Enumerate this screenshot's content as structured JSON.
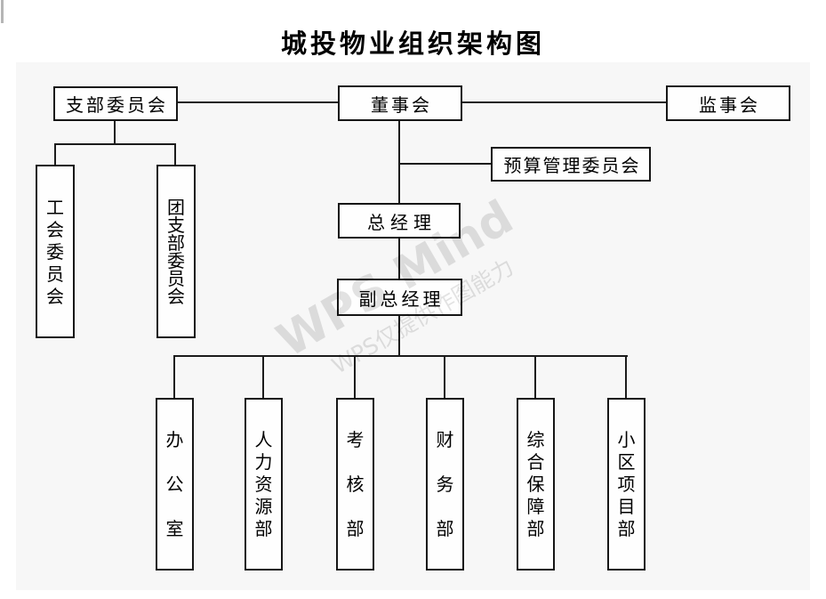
{
  "title": "城投物业组织架构图",
  "watermark": {
    "line1": "WPS Mind",
    "line2": "WPS仅提供作图能力"
  },
  "colors": {
    "canvas_background": "#f7f7f7",
    "box_background": "#fefefe",
    "box_border": "#161616",
    "connector_line": "#1c1c1c",
    "title_text": "#000000",
    "watermark_text": "#dcdcdc"
  },
  "nodes": {
    "zhibu_weiyuanhui": {
      "label": "支部委员会"
    },
    "dongshihui": {
      "label": "董事会"
    },
    "jianshihui": {
      "label": "监事会"
    },
    "yusuan_guanli_weiyuanhui": {
      "label": "预算管理委员会"
    },
    "zongjingli": {
      "label": "总经理"
    },
    "fu_zongjingli": {
      "label": "副总经理"
    },
    "gonghui_weiyuanhui": {
      "label": "工会委员会"
    },
    "tuan_zhibu_weiyuanhui": {
      "label": "团支部委员会"
    },
    "bangongshi": {
      "label": "办公室"
    },
    "renli_ziyuan_bu": {
      "label": "人力资源部"
    },
    "kaohe_bu": {
      "label": "考核部"
    },
    "caiwu_bu": {
      "label": "财务部"
    },
    "zonghe_baozhang_bu": {
      "label": "综合保障部"
    },
    "xiaoqu_xiangmu_bu": {
      "label": "小区项目部"
    }
  }
}
